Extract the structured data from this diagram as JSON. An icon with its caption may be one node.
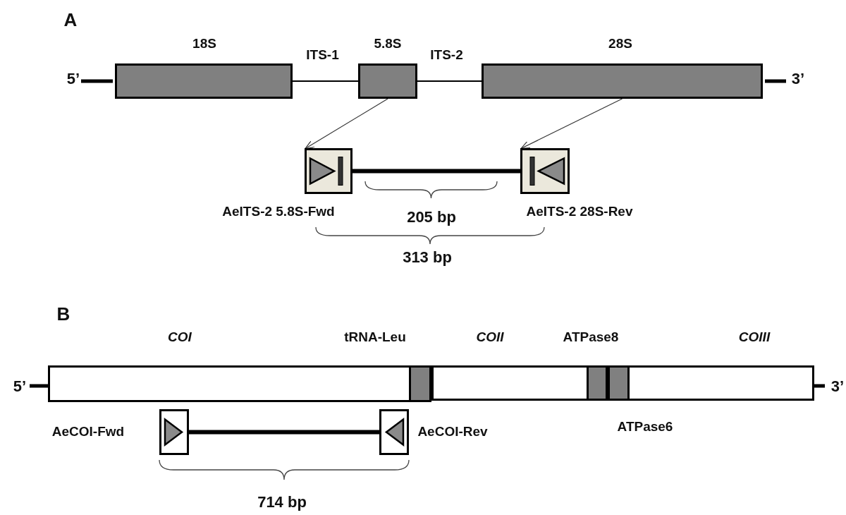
{
  "diagram": {
    "nodes": [
      {
        "text": [
          "18S"
        ]
      },
      {
        "text": [
          "5.8S"
        ]
      },
      {
        "text": [
          "28S"
        ]
      },
      {
        "text": [
          "AeITS-2 5.8S-Fwd"
        ]
      },
      {
        "text": [
          "AeITS-2 28S-Rev"
        ]
      },
      {
        "text": [
          "COI"
        ]
      },
      {
        "text": [
          "tRNA-Leu"
        ],
        "in": 5
      },
      {
        "text": [
          "COII",
          "COIII"
        ]
      },
      {
        "text": [
          "ATPase8"
        ],
        "in": 7
      },
      {
        "text": [
          "ATPase6"
        ],
        "in": 7
      },
      {
        "text": [
          "AeCOI-Fwd"
        ]
      },
      {
        "text": [
          "AeCOI-Rev"
        ]
      }
    ],
    "edges": [
      {
        "from": 0,
        "to": 1,
        "arrow": "none",
        "label": "ITS-1"
      },
      {
        "from": 1,
        "to": 2,
        "arrow": "none",
        "label": "ITS-2"
      },
      {
        "from": 1,
        "to": 3,
        "arrow": "to"
      },
      {
        "from": 2,
        "to": 4,
        "arrow": "to"
      },
      {
        "from": 3,
        "to": 4,
        "arrow": "none",
        "style": "thick"
      },
      {
        "from": 10,
        "to": 11,
        "arrow": "none",
        "style": "thick"
      }
    ],
    "labels": [
      "A",
      "5’",
      "3’",
      "205 bp",
      "313 bp",
      "B",
      "5’",
      "3’",
      "714 bp"
    ]
  }
}
